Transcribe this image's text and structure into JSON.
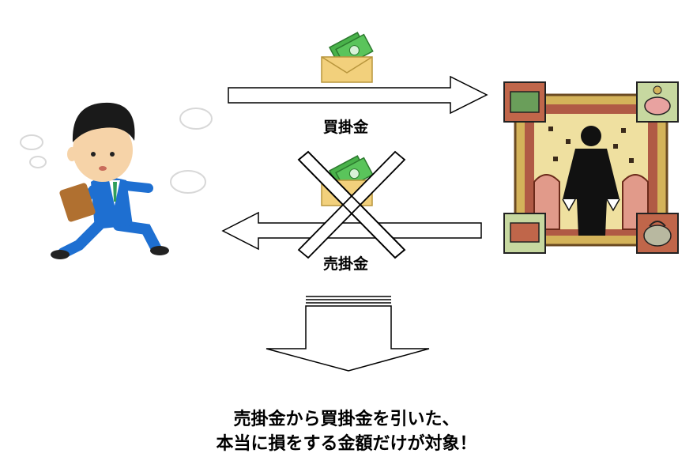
{
  "flows": {
    "payable_label": "買掛金",
    "receivable_label": "売掛金"
  },
  "caption": {
    "line1": "売掛金から買掛金を引いた、",
    "line2": "本当に損をする金額だけが対象！"
  },
  "icons": {
    "person": "running-businessman-icon",
    "money_top": "money-envelope-icon",
    "money_crossed": "money-envelope-icon",
    "cross": "cross-mark-icon",
    "counterparty": "businessman-money-collage-icon"
  },
  "colors": {
    "arrow_fill": "#ffffff",
    "arrow_stroke": "#000000",
    "cross_stroke": "#000000",
    "money": "#49b24a",
    "envelope": "#f2d07c",
    "collage_border": "#d4b35a",
    "collage_red": "#b05a45",
    "suit_blue": "#1e6fd1",
    "hair": "#1a1a1a"
  }
}
